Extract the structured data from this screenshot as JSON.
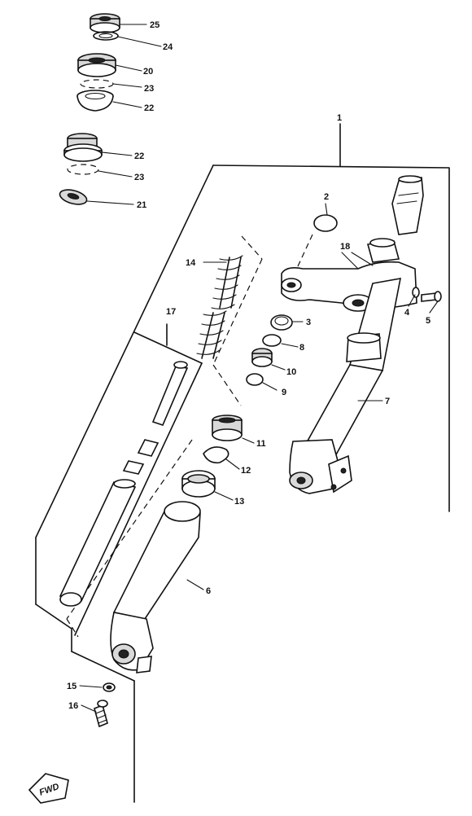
{
  "diagram": {
    "callouts": [
      "1",
      "2",
      "3",
      "4",
      "5",
      "6",
      "7",
      "8",
      "9",
      "10",
      "11",
      "12",
      "13",
      "14",
      "15",
      "16",
      "17",
      "18",
      "20",
      "21",
      "22",
      "22",
      "23",
      "23",
      "24",
      "25"
    ],
    "direction_badge": "FWD"
  }
}
